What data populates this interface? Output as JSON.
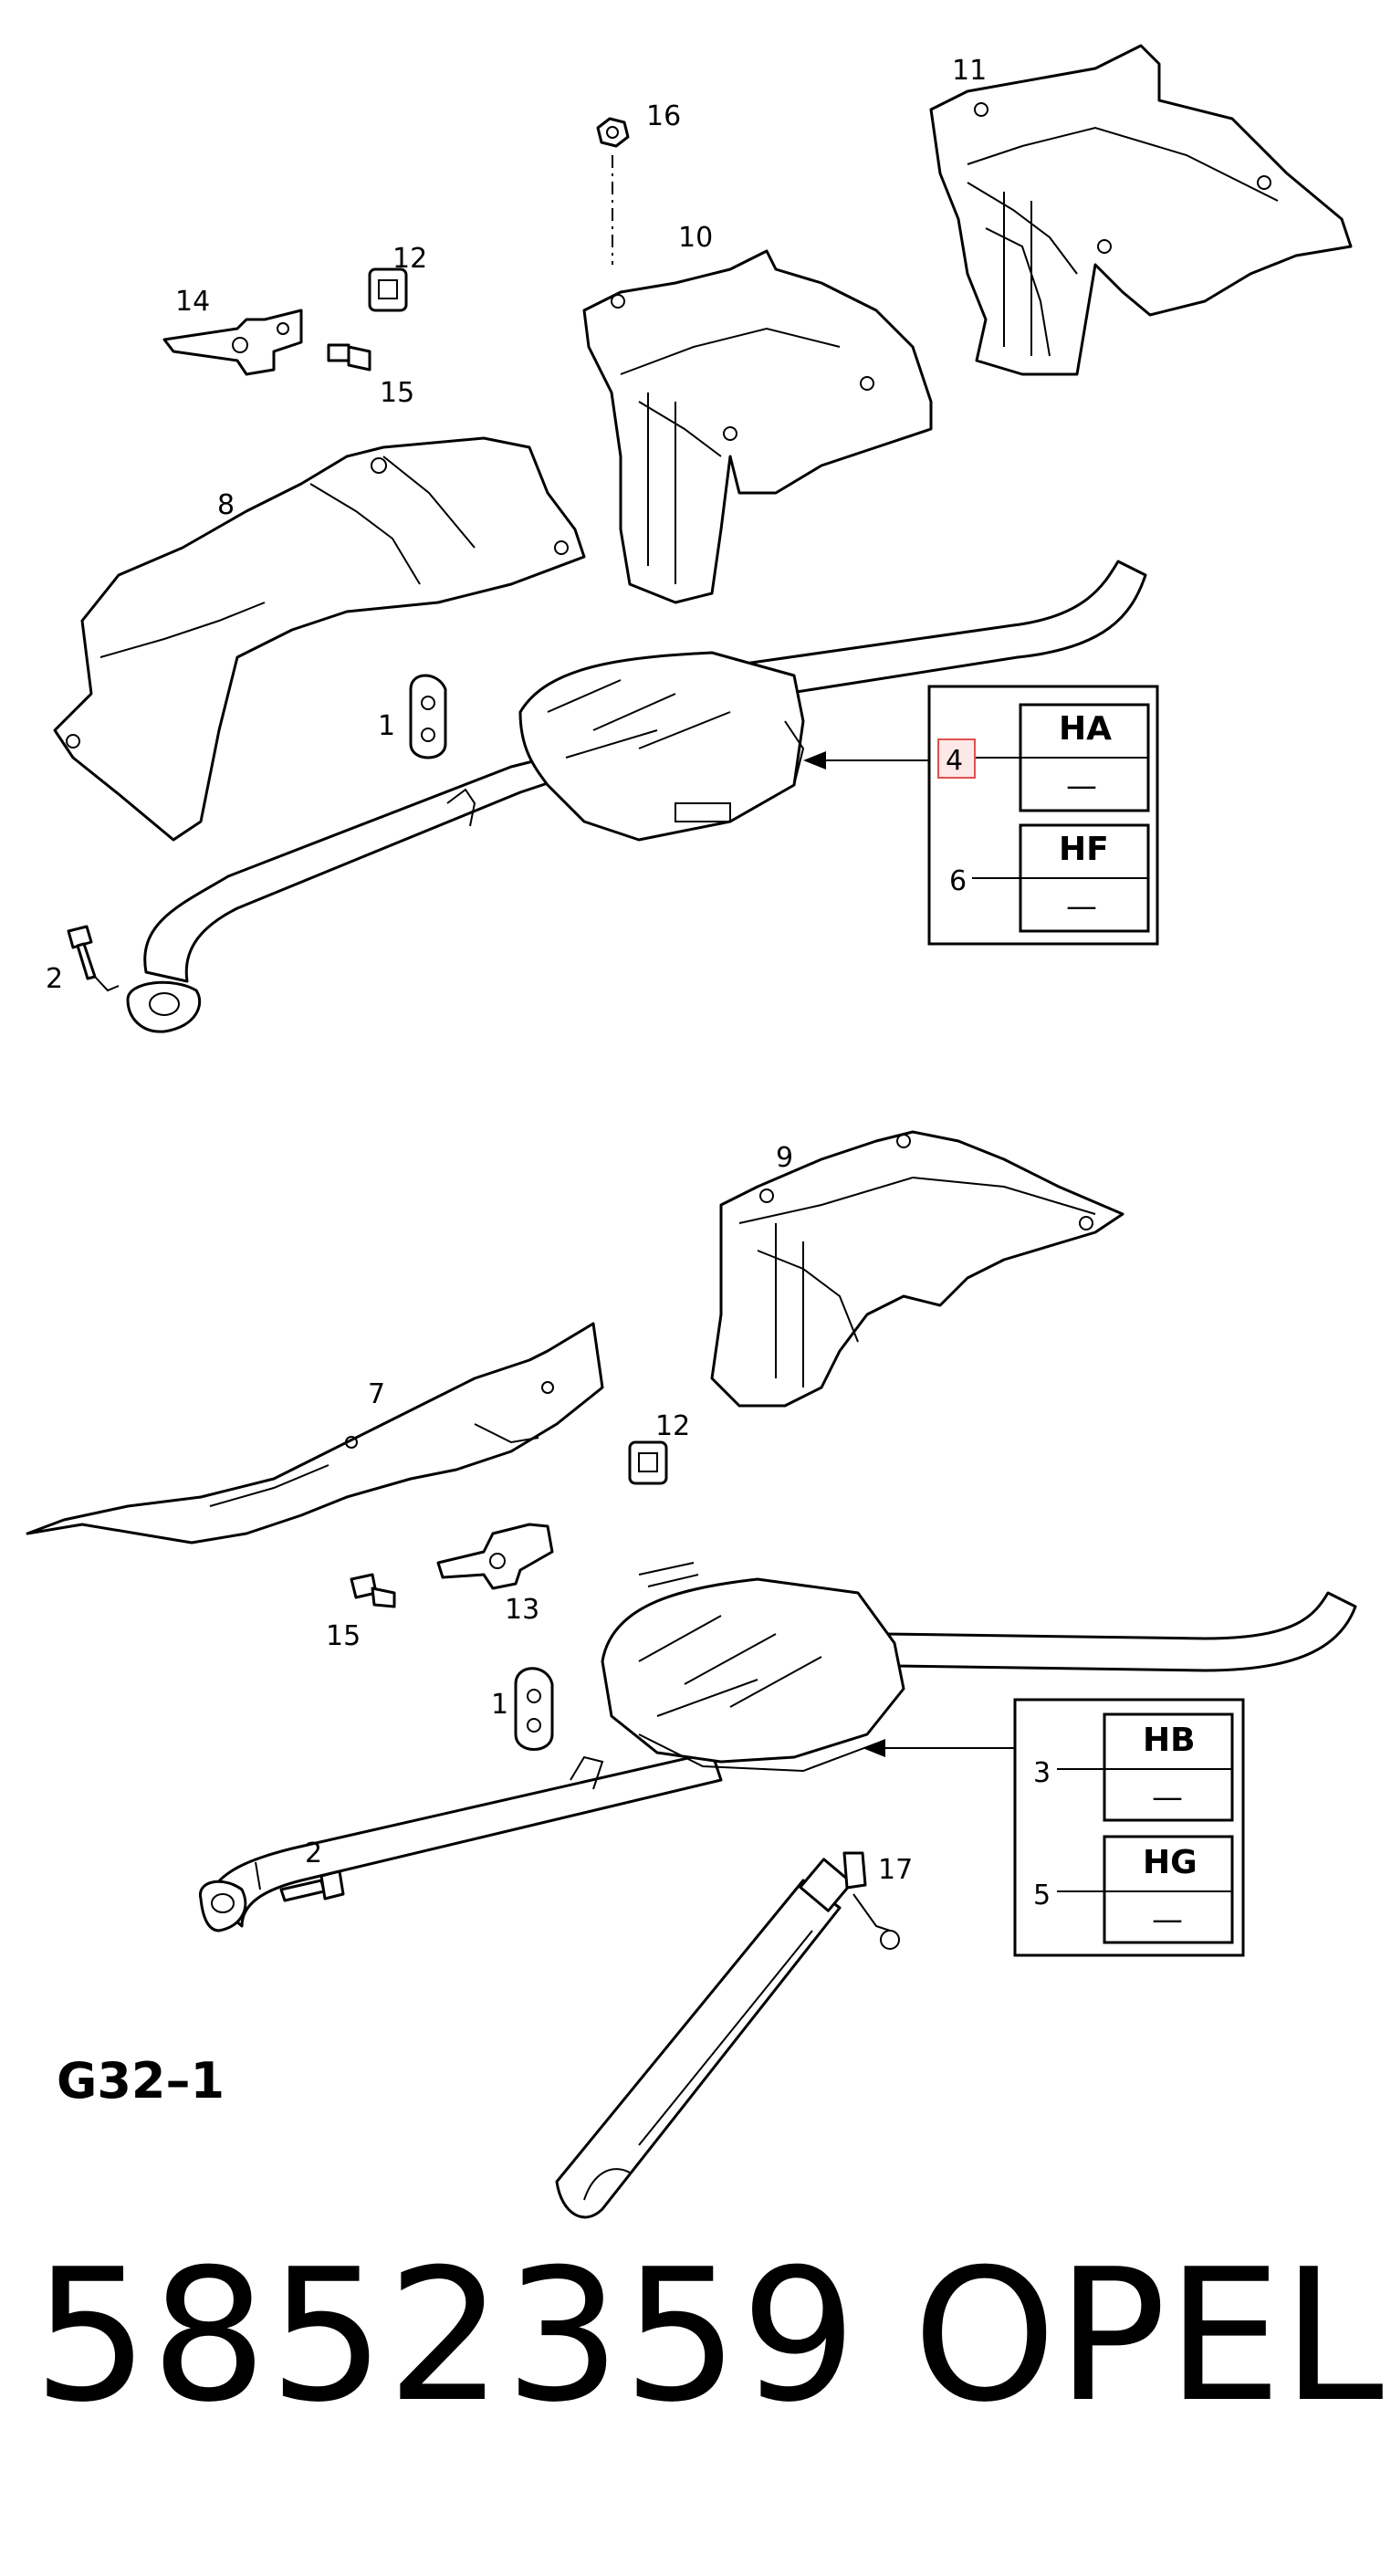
{
  "figure_label": "G32–1",
  "part_number": "5852359",
  "brand": "OPEL",
  "callouts_top": [
    "16",
    "11",
    "10",
    "14",
    "12",
    "15",
    "8",
    "1",
    "2"
  ],
  "callouts_bottom": [
    "9",
    "7",
    "12",
    "15",
    "13",
    "1",
    "2",
    "17"
  ],
  "top_box": {
    "rows": [
      {
        "number": "4",
        "code": "HA",
        "dash": "—",
        "highlighted": true
      },
      {
        "number": "6",
        "code": "HF",
        "dash": "—",
        "highlighted": false
      }
    ]
  },
  "bottom_box": {
    "rows": [
      {
        "number": "3",
        "code": "HB",
        "dash": "—"
      },
      {
        "number": "5",
        "code": "HG",
        "dash": "—"
      }
    ]
  },
  "colors": {
    "highlight_fill": "#fde8e8",
    "highlight_stroke": "#e05050"
  }
}
